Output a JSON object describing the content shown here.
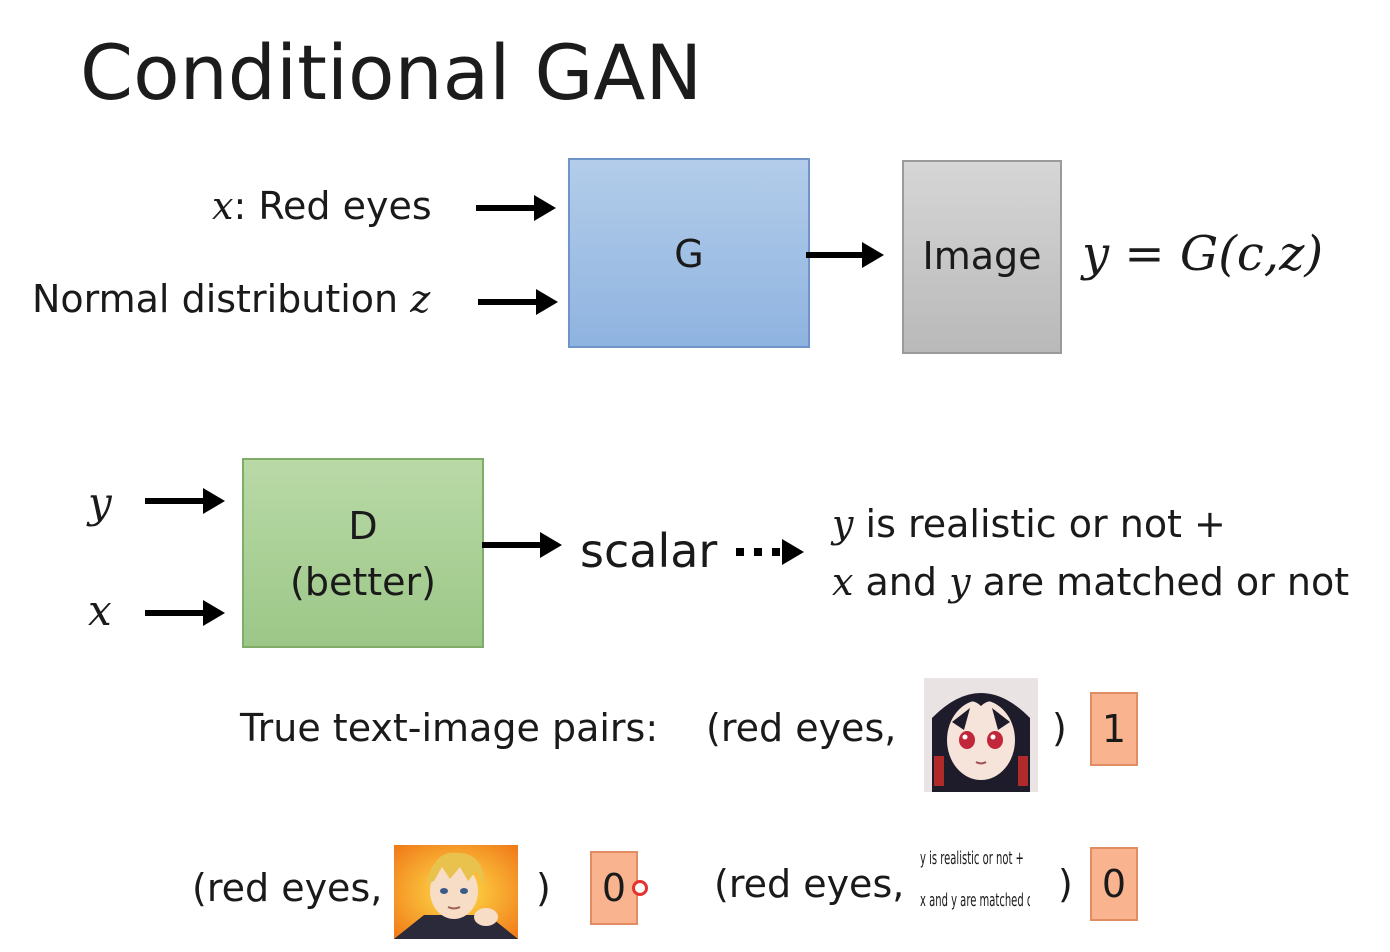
{
  "title": "Conditional GAN",
  "generator": {
    "input_x_var": "x",
    "input_x_text": ": Red eyes",
    "input_z_text": "Normal distribution ",
    "input_z_var": "z",
    "box_label": "G",
    "output_label": "Image",
    "equation": "y = G(c,z)"
  },
  "discriminator": {
    "input_y": "y",
    "input_x": "x",
    "box_line1": "D",
    "box_line2": "(better)",
    "output_label": "scalar",
    "result_line1_var": "y",
    "result_line1_text": " is realistic or not +",
    "result_line2_var1": "x",
    "result_line2_mid": " and ",
    "result_line2_var2": "y",
    "result_line2_text": " are matched or not"
  },
  "pairs": {
    "true_label": "True text-image pairs:",
    "true_pair_open": "(red eyes,",
    "true_pair_close": ")",
    "true_score": "1",
    "false1_open": "(red eyes,",
    "false1_close": ")",
    "false1_score": "0",
    "false2_open": "(red eyes,",
    "false2_close": ")",
    "false2_score": "0",
    "false2_image_line1": "y is realistic or not +",
    "false2_image_line2": "x and y are matched or not"
  },
  "colors": {
    "generator_fill": "#9fbfe5",
    "image_fill": "#c8c8c8",
    "discriminator_fill": "#aad097",
    "score_fill": "#f9b48f",
    "pointer_dot": "#e5322d"
  },
  "icons": {
    "true_pair_image": "anime-girl-red-eyes",
    "false_pair_image": "anime-boy-blond-hair"
  }
}
